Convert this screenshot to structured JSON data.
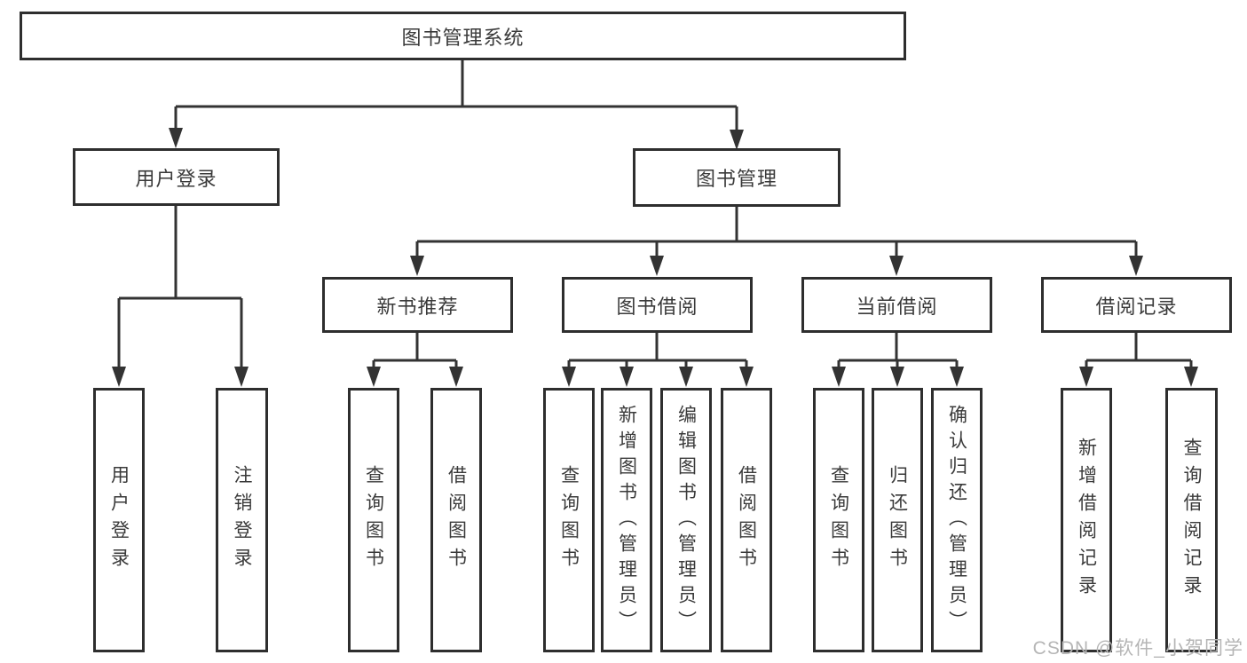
{
  "tree": {
    "root": {
      "label": "图书管理系统"
    },
    "branches": [
      {
        "label": "用户登录",
        "leaves": [
          {
            "label": "用户登录"
          },
          {
            "label": "注销登录"
          }
        ]
      },
      {
        "label": "图书管理",
        "sections": [
          {
            "label": "新书推荐",
            "leaves": [
              {
                "label": "查询图书"
              },
              {
                "label": "借阅图书"
              }
            ]
          },
          {
            "label": "图书借阅",
            "leaves": [
              {
                "label": "查询图书"
              },
              {
                "label": "新增图书（管理员）"
              },
              {
                "label": "编辑图书（管理员）"
              },
              {
                "label": "借阅图书"
              }
            ]
          },
          {
            "label": "当前借阅",
            "leaves": [
              {
                "label": "查询图书"
              },
              {
                "label": "归还图书"
              },
              {
                "label": "确认归还（管理员）"
              }
            ]
          },
          {
            "label": "借阅记录",
            "leaves": [
              {
                "label": "新增借阅记录"
              },
              {
                "label": "查询借阅记录"
              }
            ]
          }
        ]
      }
    ]
  },
  "watermark": "CSDN @软件_小贺同学",
  "colors": {
    "line": "#333333",
    "box_border": "#2e2e2e",
    "text": "#3a3a3a",
    "watermark": "#b5b5b5",
    "background": "#ffffff"
  }
}
